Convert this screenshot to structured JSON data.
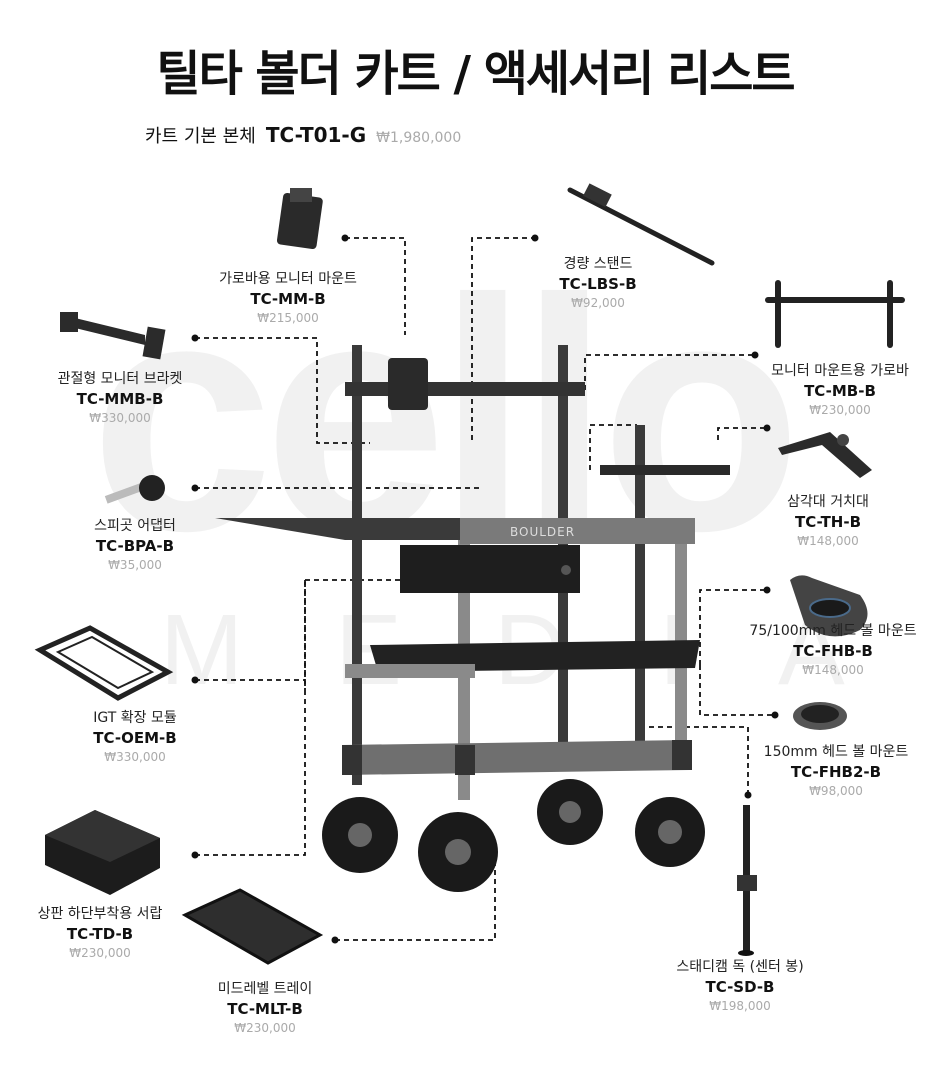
{
  "watermark": {
    "logo": "cello",
    "sub": "MEDIA"
  },
  "title": "틸타 볼더 카트 / 액세서리 리스트",
  "base": {
    "name": "카트 기본 본체",
    "code": "TC-T01-G",
    "price": "₩1,980,000"
  },
  "cart_brand": "BOULDER",
  "items": [
    {
      "name": "가로바용 모니터 마운트",
      "code": "TC-MM-B",
      "price": "₩215,000"
    },
    {
      "name": "경량 스탠드",
      "code": "TC-LBS-B",
      "price": "₩92,000"
    },
    {
      "name": "모니터 마운트용 가로바",
      "code": "TC-MB-B",
      "price": "₩230,000"
    },
    {
      "name": "관절형 모니터 브라켓",
      "code": "TC-MMB-B",
      "price": "₩330,000"
    },
    {
      "name": "삼각대 거치대",
      "code": "TC-TH-B",
      "price": "₩148,000"
    },
    {
      "name": "스피곳 어댑터",
      "code": "TC-BPA-B",
      "price": "₩35,000"
    },
    {
      "name": "75/100mm 헤드 볼 마운트",
      "code": "TC-FHB-B",
      "price": "₩148,000"
    },
    {
      "name": "IGT 확장 모듈",
      "code": "TC-OEM-B",
      "price": "₩330,000"
    },
    {
      "name": "150mm 헤드 볼 마운트",
      "code": "TC-FHB2-B",
      "price": "₩98,000"
    },
    {
      "name": "상판 하단부착용 서랍",
      "code": "TC-TD-B",
      "price": "₩230,000"
    },
    {
      "name": "스태디캠 독 (센터 봉)",
      "code": "TC-SD-B",
      "price": "₩198,000"
    },
    {
      "name": "미드레벨 트레이",
      "code": "TC-MLT-B",
      "price": "₩230,000"
    }
  ]
}
